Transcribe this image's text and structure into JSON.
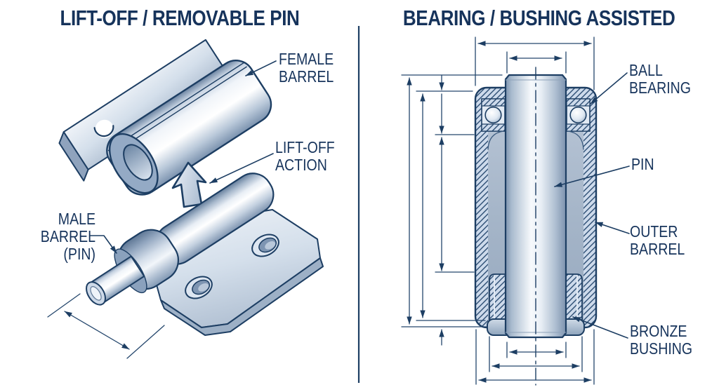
{
  "figure": {
    "background": "#ffffff",
    "accent_navy": "#16335b",
    "line_navy": "#1d3e63",
    "metal_light_blue": "#c8d6e8",
    "hatch_fill": "#cddaeb"
  },
  "left_panel": {
    "title": "LIFT-OFF / REMOVABLE PIN",
    "labels": {
      "female_barrel": {
        "line1": "FEMALE",
        "line2": "BARREL"
      },
      "lift_off_action": {
        "line1": "LIFT-OFF",
        "line2": "ACTION"
      },
      "male_barrel_pin": {
        "line1": "MALE",
        "line2": "BARREL",
        "line3": "(PIN)"
      }
    }
  },
  "right_panel": {
    "title": "BEARING / BUSHING ASSISTED",
    "labels": {
      "ball_bearing": {
        "line1": "BALL",
        "line2": "BEARING"
      },
      "pin": {
        "line1": "PIN"
      },
      "outer_barrel": {
        "line1": "OUTER",
        "line2": "BARREL"
      },
      "bronze_bushing": {
        "line1": "BRONZE",
        "line2": "BUSHING"
      }
    }
  }
}
